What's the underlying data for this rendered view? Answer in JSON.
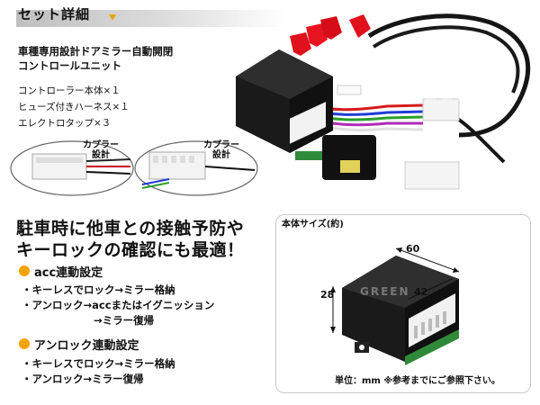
{
  "header": {
    "title": "セット詳細"
  },
  "product": {
    "name_line1": "車種専用設計ドアミラー自動開閉",
    "name_line2": "コントロールユニット"
  },
  "parts": [
    "コントローラー本体×１",
    "ヒューズ付きハーネス×１",
    "エレクトロタップ×３"
  ],
  "couplers": {
    "left_label_line1": "カプラー",
    "left_label_line2": "設計",
    "right_label_line1": "カプラー",
    "right_label_line2": "設計"
  },
  "watermark": "GREEN",
  "headline": {
    "line1": "駐車時に他車との接触予防や",
    "line2": "キーロックの確認にも最適！"
  },
  "acc_section": {
    "title": "acc連動設定",
    "line1": "・キーレスでロック→ミラー格納",
    "line2": "・アンロック→accまたはイグニッション",
    "line3": "→ミラー復帰"
  },
  "unlock_section": {
    "title": "アンロック連動設定",
    "line1": "・キーレスでロック→ミラー格納",
    "line2": "・アンロック→ミラー復帰"
  },
  "size_box": {
    "title": "本体サイズ(約)",
    "width": "60",
    "depth": "42",
    "height": "28",
    "note": "単位：mm ※参考までにご参照下さい。"
  },
  "colors": {
    "accent": "#f5a300",
    "header_bar": "#c8c8c8",
    "tap_red": "#e0101c",
    "unit_black": "#151515"
  }
}
